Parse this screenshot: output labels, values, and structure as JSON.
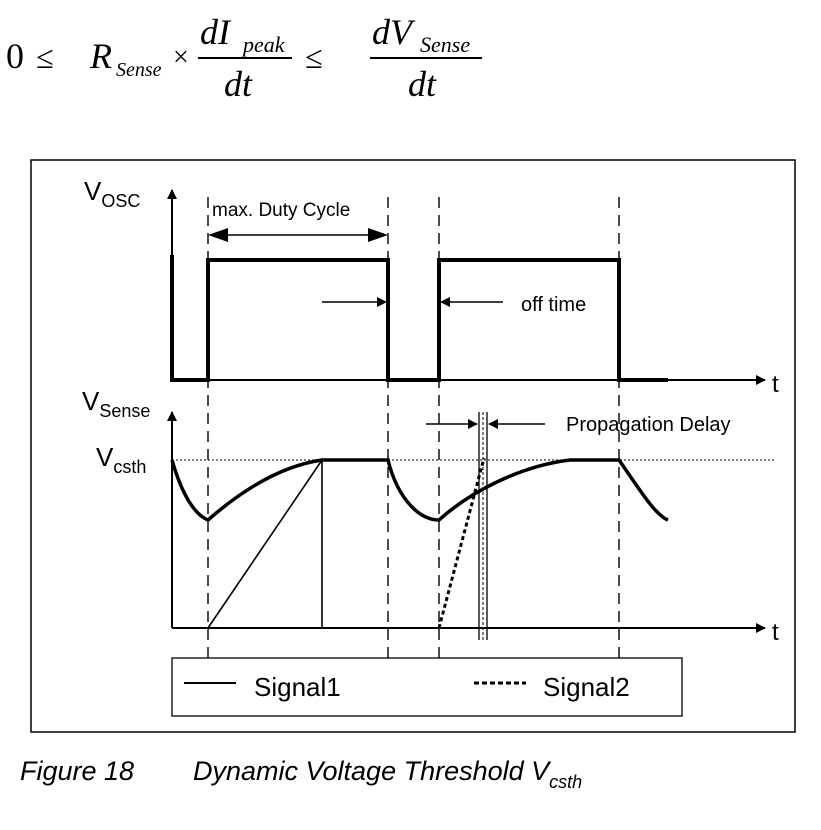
{
  "formula": {
    "zero": "0",
    "le1": "≤",
    "r": "R",
    "r_sub": "Sense",
    "times": "×",
    "num1": "dI",
    "num1_sub": "peak",
    "den1": "dt",
    "le2": "≤",
    "num2": "dV",
    "num2_sub": "Sense",
    "den2": "dt"
  },
  "diagram": {
    "vosc_main": "V",
    "vosc_sub": "OSC",
    "duty_label": "max. Duty Cycle",
    "off_time_label": "off time",
    "t_axis_top": "t",
    "vsense_main": "V",
    "vsense_sub": "Sense",
    "vcsth_main": "V",
    "vcsth_sub": "csth",
    "propagation_label": "Propagation Delay",
    "t_axis_bottom": "t"
  },
  "legend": {
    "signal1": "Signal1",
    "signal2": "Signal2"
  },
  "caption": {
    "figure": "Figure 18",
    "title": "Dynamic Voltage Threshold V",
    "title_sub": "csth"
  }
}
